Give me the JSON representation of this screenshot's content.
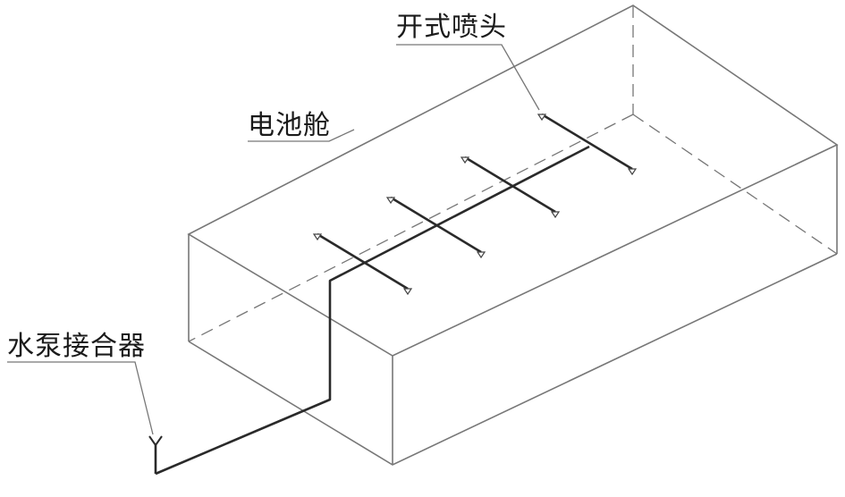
{
  "labels": {
    "nozzle": "开式喷头",
    "battery_cabin": "电池舱",
    "pump_connector": "水泵接合器"
  },
  "colors": {
    "box_edge": "#777777",
    "pipe": "#2a2a2a",
    "leader": "#777777",
    "text": "#1a1a1a"
  }
}
